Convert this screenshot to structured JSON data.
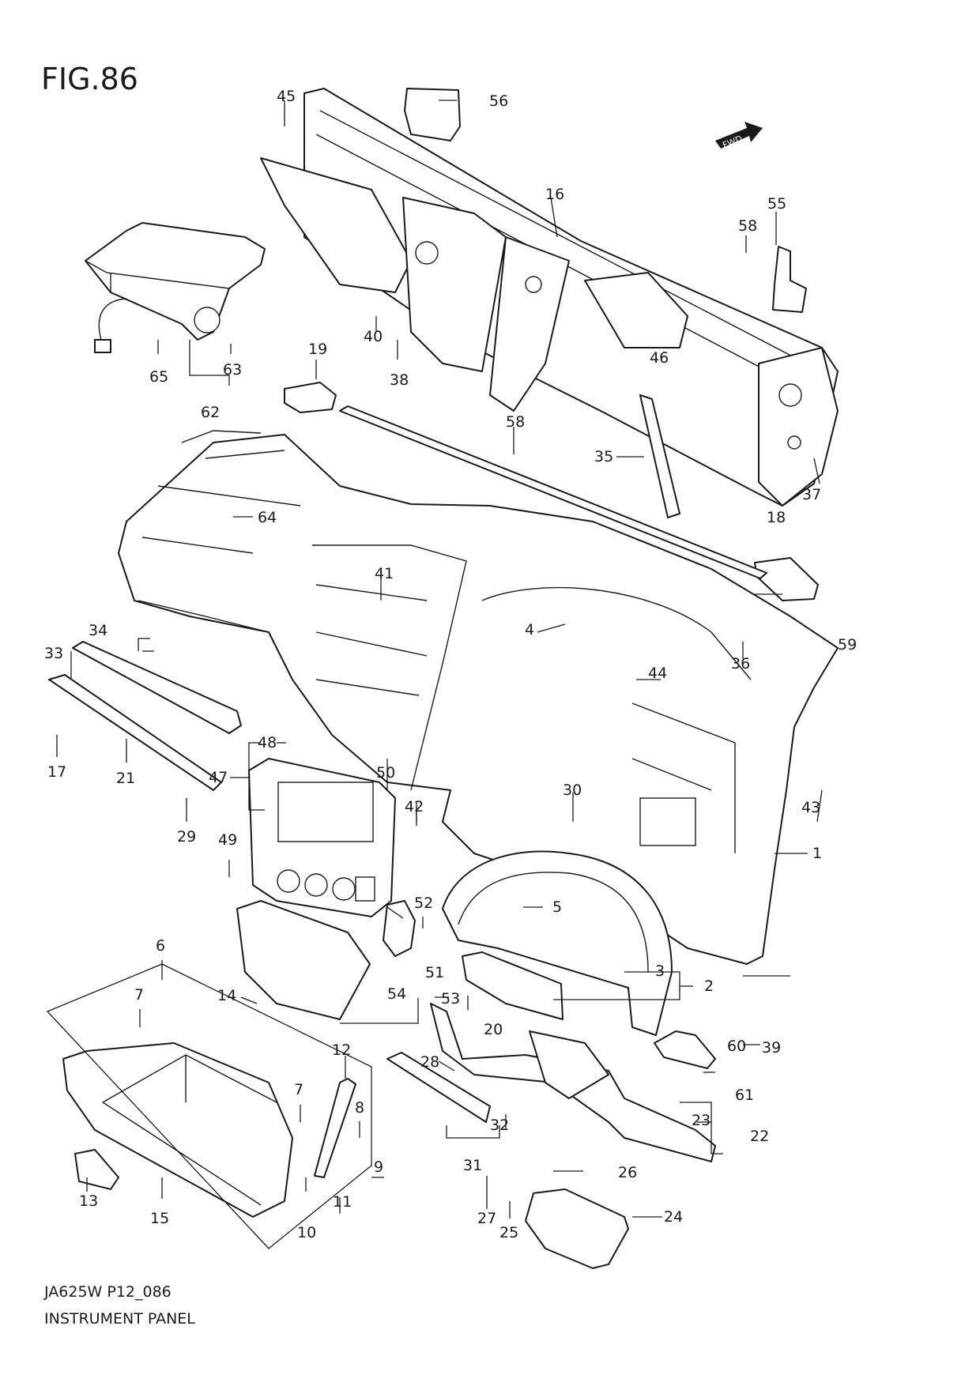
{
  "figure": {
    "title": "FIG.86",
    "code": "JA625W P12_086",
    "name": "INSTRUMENT PANEL",
    "fwd_label": "FWD"
  },
  "callouts": [
    "1",
    "2",
    "3",
    "4",
    "5",
    "6",
    "7",
    "8",
    "9",
    "10",
    "11",
    "12",
    "13",
    "14",
    "15",
    "16",
    "17",
    "18",
    "19",
    "20",
    "21",
    "22",
    "23",
    "24",
    "25",
    "26",
    "27",
    "28",
    "29",
    "30",
    "31",
    "32",
    "33",
    "34",
    "35",
    "36",
    "37",
    "38",
    "39",
    "40",
    "41",
    "42",
    "43",
    "44",
    "45",
    "46",
    "47",
    "48",
    "49",
    "50",
    "51",
    "52",
    "53",
    "54",
    "55",
    "56",
    "58",
    "59",
    "60",
    "61",
    "62",
    "63",
    "64",
    "65"
  ]
}
